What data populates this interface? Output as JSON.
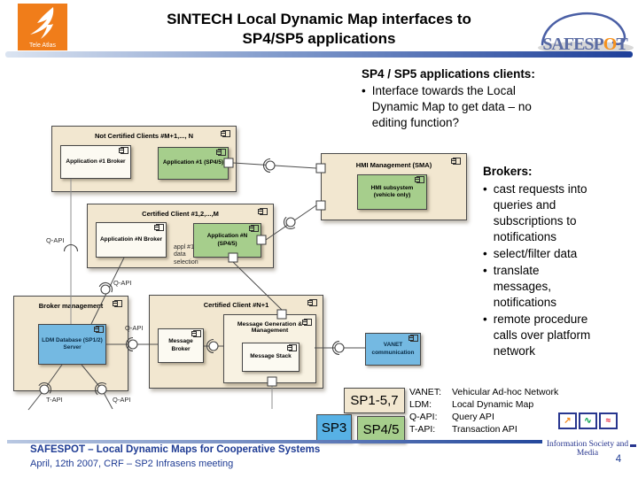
{
  "header": {
    "title": "SINTECH Local Dynamic Map interfaces to SP4/SP5 applications",
    "tele_atlas": "Tele Atlas",
    "safespot_left": "SAFESP",
    "safespot_o": "O",
    "safespot_right": "T"
  },
  "clients_note": {
    "heading": "SP4 / SP5 applications clients:",
    "bullets": [
      "Interface towards the Local Dynamic Map to get data – no editing function?"
    ]
  },
  "brokers_note": {
    "heading": "Brokers:",
    "bullets": [
      "cast requests into queries and subscriptions to notifications",
      "select/filter data",
      "translate messages, notifications",
      "remote procedure calls over platform network"
    ]
  },
  "diagram": {
    "not_certified": {
      "title": "Not Certified Clients #M+1,..., N",
      "broker": "Application #1 Broker",
      "app": "Application #1 (SP4/5)"
    },
    "certified_m": {
      "title": "Certified Client #1,2,...,M",
      "broker": "Applicatioin #N Broker",
      "app": "Application #N (SP4/5)",
      "note": "appl #1 data selection"
    },
    "hmi": {
      "title": "HMI Management (SMA)",
      "subsystem": "HMI subsystem (vehicle only)"
    },
    "broker_mgmt": {
      "title": "Broker management",
      "ldm": "LDM Database (SP1/2) Server"
    },
    "certified_n1": {
      "title": "Certified Client #N+1",
      "broker": "Message Broker",
      "generation": "Message Generation & Management",
      "stack": "Message Stack"
    },
    "vanet": {
      "title": "VANET communication"
    },
    "labels": {
      "q_api": "Q-API",
      "t_api": "T-API"
    }
  },
  "legend": {
    "sp157": "SP1-5,7",
    "sp3": "SP3",
    "sp45": "SP4/5",
    "entries": [
      {
        "key": "VANET:",
        "value": "Vehicular Ad-hoc Network"
      },
      {
        "key": "LDM:",
        "value": "Local Dynamic Map"
      },
      {
        "key": "Q-API:",
        "value": "Query API"
      },
      {
        "key": "T-API:",
        "value": "Transaction API"
      }
    ]
  },
  "footer": {
    "line1": "SAFESPOT – Local Dynamic Maps for Cooperative Systems",
    "line2": "April, 12th 2007, CRF – SP2 Infrasens meeting",
    "page": "4",
    "eu_text": "Information Society and Media",
    "eu_flags": [
      "↗",
      "∿",
      "≈"
    ]
  },
  "colors": {
    "group_beige": "#f2e7d0",
    "component_green": "#a6ce8c",
    "component_blue": "#74b9e2",
    "header_bar_blue": "#1e3f99",
    "footer_text_blue": "#1f3c94",
    "tele_atlas_orange": "#f07d1a"
  }
}
